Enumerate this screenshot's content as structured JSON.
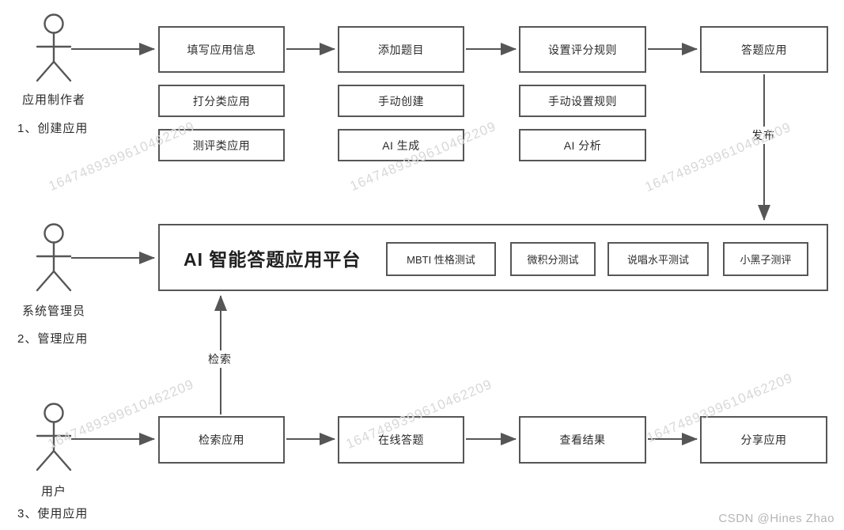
{
  "actors": [
    {
      "name": "应用制作者",
      "step": "1、创建应用"
    },
    {
      "name": "系统管理员",
      "step": "2、管理应用"
    },
    {
      "name": "用户",
      "step": "3、使用应用"
    }
  ],
  "create_flow": {
    "steps": [
      "填写应用信息",
      "添加题目",
      "设置评分规则",
      "答题应用"
    ],
    "options": [
      [
        "打分类应用",
        "测评类应用"
      ],
      [
        "手动创建",
        "AI 生成"
      ],
      [
        "手动设置规则",
        "AI 分析"
      ]
    ],
    "publish_label": "发布"
  },
  "platform": {
    "title": "AI 智能答题应用平台",
    "apps": [
      "MBTI 性格测试",
      "微积分测试",
      "说唱水平测试",
      "小黑子测评"
    ]
  },
  "use_flow": {
    "steps": [
      "检索应用",
      "在线答题",
      "查看结果",
      "分享应用"
    ],
    "search_label": "检索"
  },
  "watermark_text": "1647489399610462209",
  "credit_text": "CSDN @Hines Zhao",
  "colors": {
    "line": "#565656",
    "text": "#2b2b2b",
    "watermark": "#d8d8d8",
    "credit": "#b5b5b5"
  }
}
